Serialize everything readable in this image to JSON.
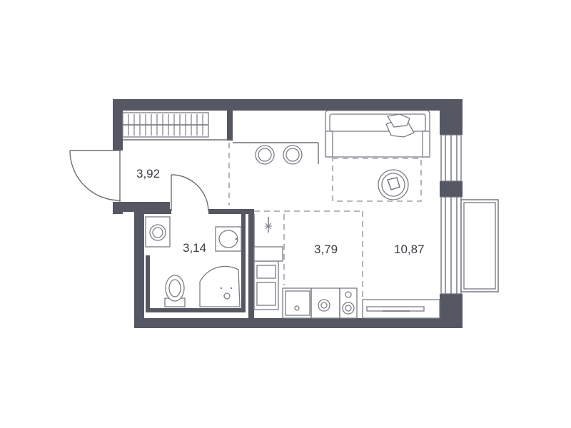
{
  "floor_plan": {
    "colors": {
      "wall": "#555862",
      "line": "#6b6e77",
      "background": "#ffffff"
    },
    "rooms": [
      {
        "id": "hallway",
        "area_label": "3,92"
      },
      {
        "id": "bathroom",
        "area_label": "3,14"
      },
      {
        "id": "kitchen",
        "area_label": "3,79"
      },
      {
        "id": "living",
        "area_label": "10,87"
      }
    ],
    "icons": [
      "door-swing-icon",
      "washing-machine-icon",
      "sink-icon",
      "toilet-icon",
      "shower-icon",
      "sofa-icon",
      "table-icon",
      "chair-icon",
      "stove-icon",
      "fridge-icon",
      "tv-icon",
      "balcony-icon",
      "window-icon",
      "wardrobe-icon"
    ]
  }
}
